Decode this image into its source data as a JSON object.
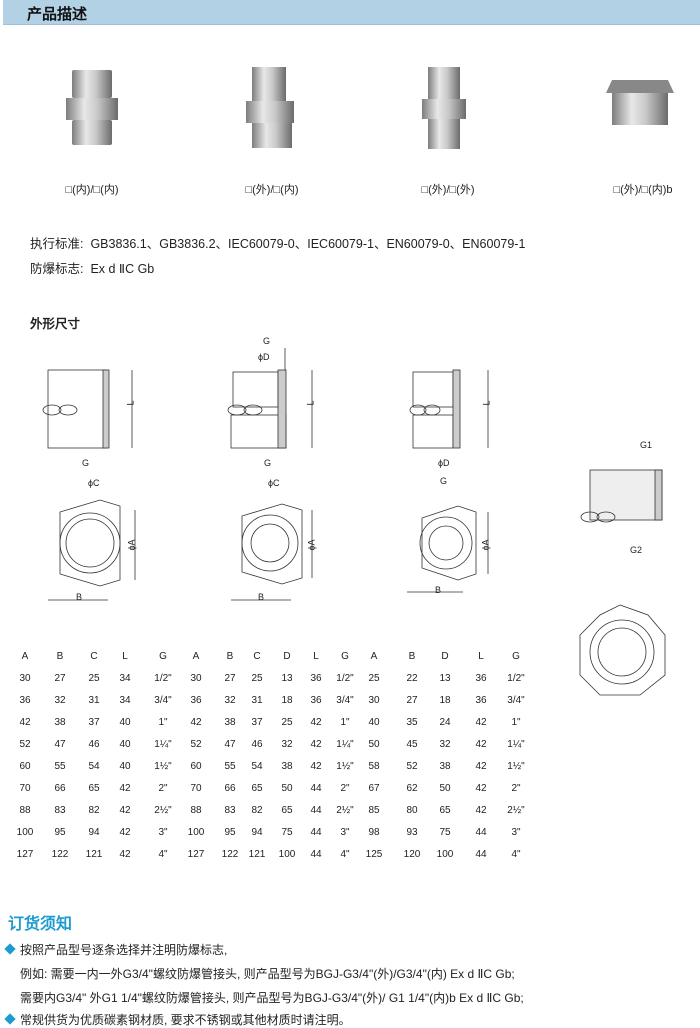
{
  "header": {
    "title": "产品描述"
  },
  "products": [
    {
      "label": "□(内)/□(内)"
    },
    {
      "label": "□(外)/□(内)"
    },
    {
      "label": "□(外)/□(外)"
    },
    {
      "label": "□(外)/□(内)b"
    }
  ],
  "standards": {
    "label": "执行标准:",
    "value": "GB3836.1、GB3836.2、IEC60079-0、IEC60079-1、EN60079-0、EN60079-1"
  },
  "ex_mark": {
    "label": "防爆标志:",
    "value": "Ex d  ⅡC Gb"
  },
  "dimensions": {
    "title": "外形尺寸",
    "labels": {
      "G": "G",
      "L": "L",
      "C": "ϕC",
      "D": "ϕD",
      "A": "ϕA",
      "B": "B",
      "G1": "G1",
      "G2": "G2"
    }
  },
  "table": {
    "headers": [
      "A",
      "B",
      "C",
      "L",
      "G",
      "A",
      "B",
      "C",
      "D",
      "L",
      "G",
      "A",
      "B",
      "D",
      "L",
      "G"
    ],
    "rows": [
      [
        "30",
        "27",
        "25",
        "34",
        "1/2\"",
        "30",
        "27",
        "25",
        "13",
        "36",
        "1/2\"",
        "25",
        "22",
        "13",
        "36",
        "1/2\""
      ],
      [
        "36",
        "32",
        "31",
        "34",
        "3/4\"",
        "36",
        "32",
        "31",
        "18",
        "36",
        "3/4\"",
        "30",
        "27",
        "18",
        "36",
        "3/4\""
      ],
      [
        "42",
        "38",
        "37",
        "40",
        "1\"",
        "42",
        "38",
        "37",
        "25",
        "42",
        "1\"",
        "40",
        "35",
        "24",
        "42",
        "1\""
      ],
      [
        "52",
        "47",
        "46",
        "40",
        "1¼\"",
        "52",
        "47",
        "46",
        "32",
        "42",
        "1¼\"",
        "50",
        "45",
        "32",
        "42",
        "1¼\""
      ],
      [
        "60",
        "55",
        "54",
        "40",
        "1½\"",
        "60",
        "55",
        "54",
        "38",
        "42",
        "1½\"",
        "58",
        "52",
        "38",
        "42",
        "1½\""
      ],
      [
        "70",
        "66",
        "65",
        "42",
        "2\"",
        "70",
        "66",
        "65",
        "50",
        "44",
        "2\"",
        "67",
        "62",
        "50",
        "42",
        "2\""
      ],
      [
        "88",
        "83",
        "82",
        "42",
        "2½\"",
        "88",
        "83",
        "82",
        "65",
        "44",
        "2½\"",
        "85",
        "80",
        "65",
        "42",
        "2½\""
      ],
      [
        "100",
        "95",
        "94",
        "42",
        "3\"",
        "100",
        "95",
        "94",
        "75",
        "44",
        "3\"",
        "98",
        "93",
        "75",
        "44",
        "3\""
      ],
      [
        "127",
        "122",
        "121",
        "42",
        "4\"",
        "127",
        "122",
        "121",
        "100",
        "44",
        "4\"",
        "125",
        "120",
        "100",
        "44",
        "4\""
      ]
    ]
  },
  "order": {
    "title": "订货须知",
    "lines": [
      "按照产品型号逐条选择并注明防爆标志,",
      "例如: 需要一内一外G3/4\"螺纹防爆管接头, 则产品型号为BGJ-G3/4\"(外)/G3/4\"(内)  Ex d  ⅡC Gb;",
      "需要内G3/4\" 外G1 1/4\"螺纹防爆管接头, 则产品型号为BGJ-G3/4\"(外)/ G1 1/4\"(内)b  Ex d  ⅡC Gb;",
      "常规供货为优质碳素钢材质, 要求不锈钢或其他材质时请注明。"
    ]
  },
  "colors": {
    "header_bg": "#b3d1e5",
    "accent": "#1e9bcf"
  }
}
